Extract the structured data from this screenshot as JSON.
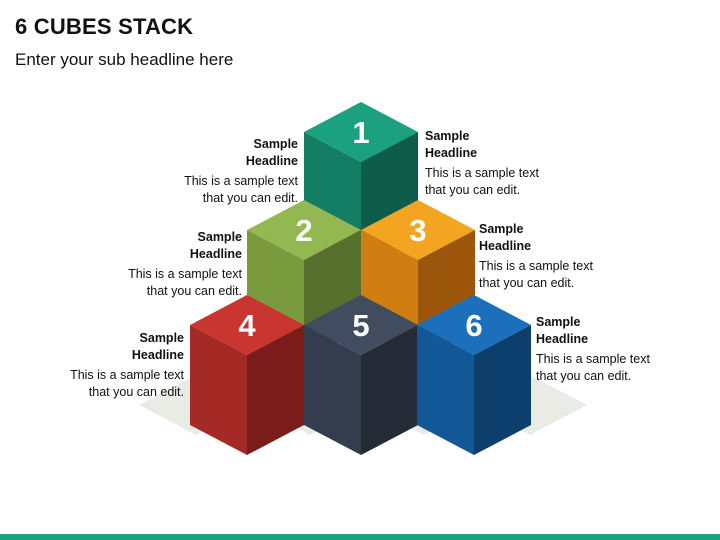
{
  "title": "6 CUBES STACK",
  "subtitle": "Enter your sub headline here",
  "cubes": [
    {
      "number": "1",
      "top": "#1ba180",
      "left": "#137e63",
      "right": "#0e5c4a"
    },
    {
      "number": "2",
      "top": "#93b851",
      "left": "#7a9a3e",
      "right": "#58702d"
    },
    {
      "number": "3",
      "top": "#f3a521",
      "left": "#d07e12",
      "right": "#9b560b"
    },
    {
      "number": "4",
      "top": "#c8362f",
      "left": "#a42a25",
      "right": "#7a1d1a"
    },
    {
      "number": "5",
      "top": "#414c5f",
      "left": "#343d4d",
      "right": "#242b37"
    },
    {
      "number": "6",
      "top": "#1b6fbb",
      "left": "#135896",
      "right": "#0d3f6d"
    }
  ],
  "callouts": {
    "c1": {
      "headline_1": "Sample",
      "headline_2": "Headline",
      "text_1": "This is a sample text",
      "text_2": "that you can edit."
    },
    "c2": {
      "headline_1": "Sample",
      "headline_2": "Headline",
      "text_1": "This is a sample text",
      "text_2": "that you can edit."
    },
    "c3": {
      "headline_1": "Sample",
      "headline_2": "Headline",
      "text_1": "This is a sample text",
      "text_2": "that you can edit."
    },
    "c4": {
      "headline_1": "Sample",
      "headline_2": "Headline",
      "text_1": "This is a sample text",
      "text_2": "that you can edit."
    },
    "c5": {
      "headline_1": "Sample",
      "headline_2": "Headline",
      "text_1": "This is a sample text",
      "text_2": "that you can edit."
    },
    "c6": {
      "headline_1": "Sample",
      "headline_2": "Headline",
      "text_1": "This is a sample text",
      "text_2": "that you can edit."
    }
  },
  "colors": {
    "shadow": "#e9ece5",
    "bottom_bar": "#1ba180"
  }
}
